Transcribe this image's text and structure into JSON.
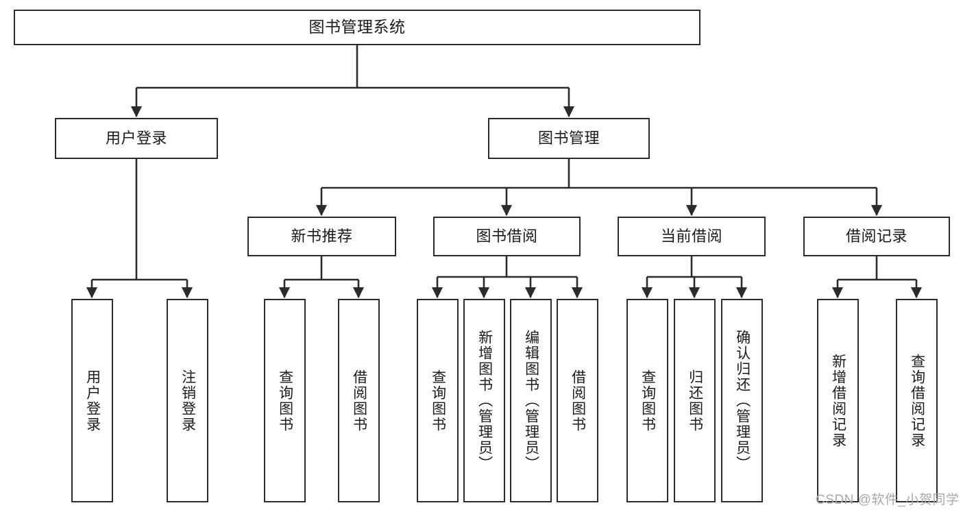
{
  "diagram": {
    "kind": "function-structure-tree",
    "title": "图书管理系统",
    "watermark": "CSDN @软件_小贺同学",
    "colors": {
      "background": "#ffffff",
      "border": "#2b2b2b",
      "text": "#1a1a1a",
      "edge": "#2b2b2b",
      "watermark": "#a8a8a8"
    },
    "root": {
      "label": "图书管理系统"
    },
    "level2": [
      {
        "id": "user-login",
        "label": "用户登录"
      },
      {
        "id": "book-management",
        "label": "图书管理"
      }
    ],
    "level3": [
      {
        "id": "new-book-recommend",
        "label": "新书推荐",
        "parent": "book-management"
      },
      {
        "id": "book-borrow",
        "label": "图书借阅",
        "parent": "book-management"
      },
      {
        "id": "current-borrow",
        "label": "当前借阅",
        "parent": "book-management"
      },
      {
        "id": "borrow-record",
        "label": "借阅记录",
        "parent": "book-management"
      }
    ],
    "leaves": {
      "user-login": [
        {
          "id": "leaf-user-login",
          "label": "用户登录"
        },
        {
          "id": "leaf-logout-login",
          "label": "注销登录"
        }
      ],
      "new-book-recommend": [
        {
          "id": "leaf-query-book-1",
          "label": "查询图书"
        },
        {
          "id": "leaf-borrow-book-1",
          "label": "借阅图书"
        }
      ],
      "book-borrow": [
        {
          "id": "leaf-query-book-2",
          "label": "查询图书"
        },
        {
          "id": "leaf-add-book",
          "label": "新增图书（管理员）"
        },
        {
          "id": "leaf-edit-book",
          "label": "编辑图书（管理员）"
        },
        {
          "id": "leaf-borrow-book-2",
          "label": "借阅图书"
        }
      ],
      "current-borrow": [
        {
          "id": "leaf-query-book-3",
          "label": "查询图书"
        },
        {
          "id": "leaf-return-book",
          "label": "归还图书"
        },
        {
          "id": "leaf-confirm-return",
          "label": "确认归还（管理员）"
        }
      ],
      "borrow-record": [
        {
          "id": "leaf-add-record",
          "label": "新增借阅记录"
        },
        {
          "id": "leaf-query-record",
          "label": "查询借阅记录"
        }
      ]
    }
  }
}
